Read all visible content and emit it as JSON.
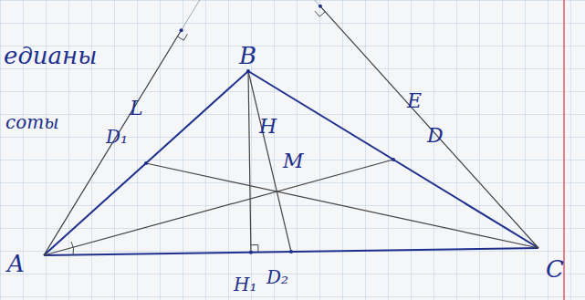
{
  "diagram": {
    "labels": [
      "едианы",
      "соты",
      "B",
      "L",
      "E",
      "D",
      "D₁",
      "H",
      "M",
      "A",
      "C",
      "H₁",
      "D₂"
    ]
  }
}
